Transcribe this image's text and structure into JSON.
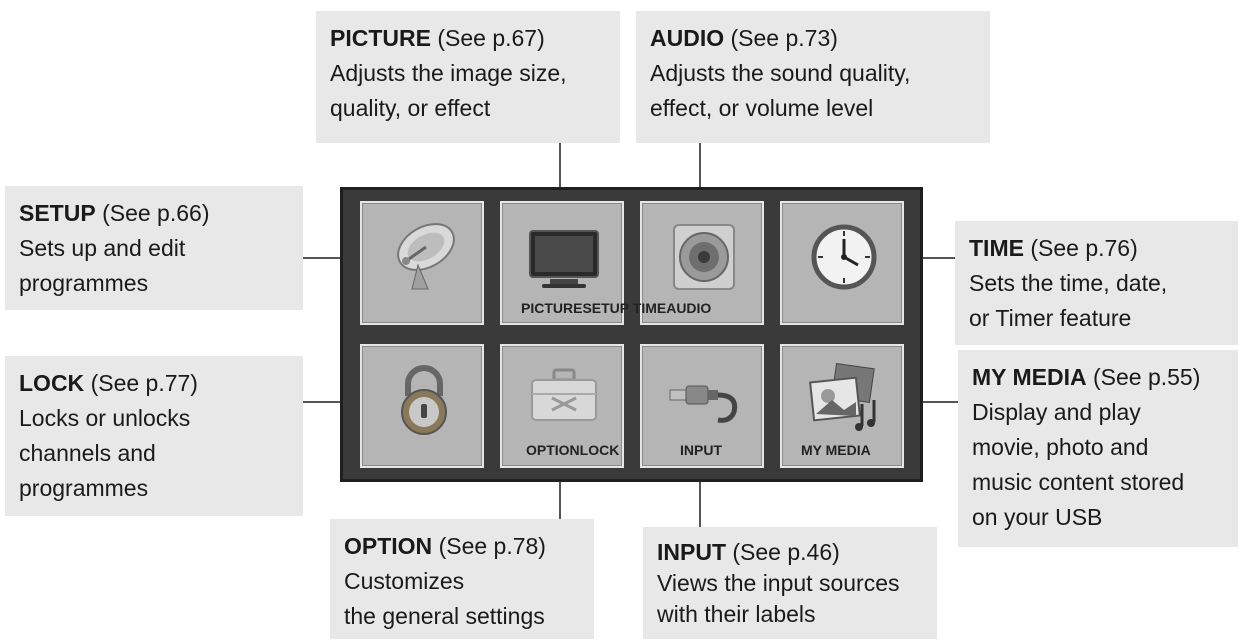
{
  "callouts": {
    "picture": {
      "title": "PICTURE",
      "ref": "(See p.67)",
      "lines": [
        "Adjusts the image size,",
        "quality, or effect"
      ]
    },
    "audio": {
      "title": "AUDIO",
      "ref": "(See p.73)",
      "lines": [
        "Adjusts the sound quality,",
        "effect, or volume level"
      ]
    },
    "setup": {
      "title": "SETUP",
      "ref": "(See p.66)",
      "lines": [
        "Sets up and edit",
        "programmes"
      ]
    },
    "time": {
      "title": "TIME",
      "ref": "(See p.76)",
      "lines": [
        "Sets the time, date,",
        "or Timer feature"
      ]
    },
    "lock": {
      "title": "LOCK",
      "ref": "(See p.77)",
      "lines": [
        "Locks or unlocks",
        "channels and",
        "programmes"
      ]
    },
    "my_media": {
      "title": "MY MEDIA",
      "ref": "(See p.55)",
      "lines": [
        "Display and play",
        "movie, photo and",
        "music content stored",
        "on your USB"
      ]
    },
    "option": {
      "title": "OPTION",
      "ref": "(See p.78)",
      "lines": [
        "Customizes",
        "the general settings"
      ]
    },
    "input": {
      "title": "INPUT",
      "ref": "(See p.46)",
      "lines": [
        "Views the input sources",
        "with their labels"
      ]
    }
  },
  "menu": {
    "top_row_label": "PICTURESETUP TIMEAUDIO",
    "option_lock_label": "OPTIONLOCK",
    "input_label": "INPUT",
    "my_media_label": "MY MEDIA",
    "icons": [
      "satellite-dish-icon",
      "tv-monitor-icon",
      "speaker-icon",
      "clock-icon",
      "padlock-icon",
      "toolbox-icon",
      "av-cable-icon",
      "media-photos-music-icon"
    ]
  }
}
